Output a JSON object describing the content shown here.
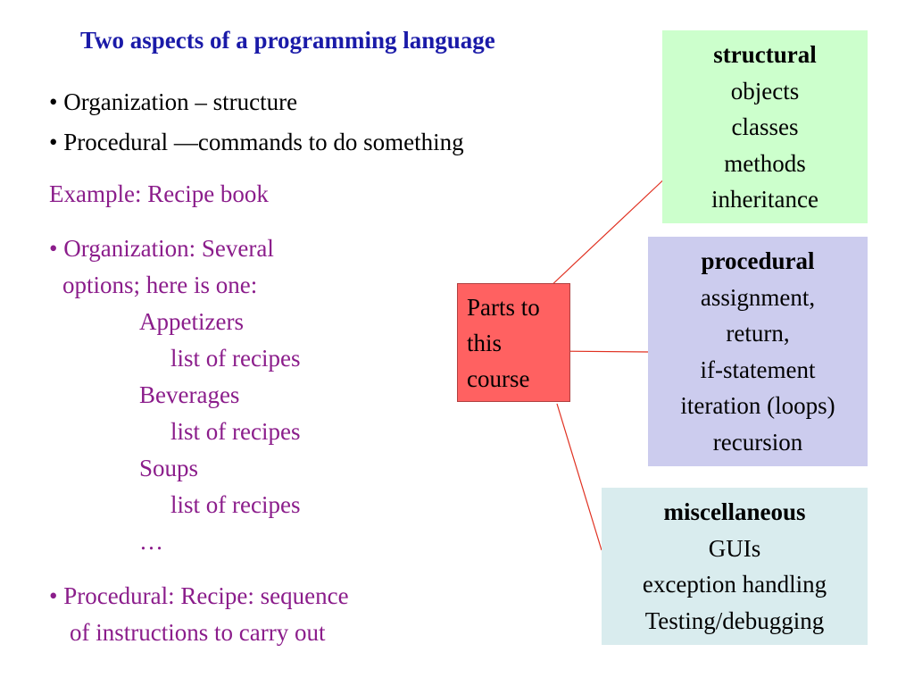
{
  "title": "Two aspects of a programming language",
  "bullets": [
    "• Organization – structure",
    "• Procedural —commands to do something"
  ],
  "example": "Example: Recipe book",
  "organization": {
    "line1": "• Organization: Several",
    "line2": "options; here is one:",
    "items": [
      "Appetizers",
      "list of recipes",
      "Beverages",
      "list of recipes",
      "Soups",
      "list of recipes",
      "…"
    ]
  },
  "procedural_example": {
    "line1": "• Procedural: Recipe: sequence",
    "line2": "of instructions to carry out"
  },
  "center_box": {
    "lines": [
      "Parts to",
      "this",
      "course"
    ]
  },
  "boxes": {
    "structural": {
      "heading": "structural",
      "items": [
        "objects",
        "classes",
        "methods",
        "inheritance"
      ]
    },
    "procedural": {
      "heading": "procedural",
      "items": [
        "assignment,",
        "return,",
        "if-statement",
        "iteration (loops)",
        "recursion"
      ]
    },
    "miscellaneous": {
      "heading": "miscellaneous",
      "items": [
        "GUIs",
        "exception handling",
        "Testing/debugging"
      ]
    }
  },
  "colors": {
    "title": "#1a1aa8",
    "purple_text": "#8b1d8b",
    "structural_bg": "#ccffcc",
    "procedural_bg": "#ccccee",
    "misc_bg": "#d9ecee",
    "center_bg": "#ff6161",
    "connector": "#e03020"
  }
}
